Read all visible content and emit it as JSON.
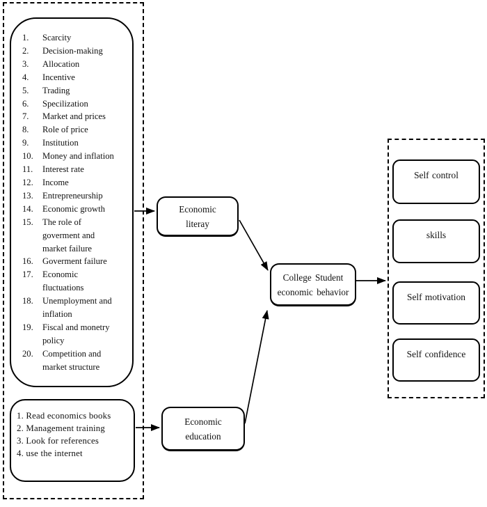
{
  "diagram": {
    "left_group": {
      "topics": [
        {
          "num": "1.",
          "text": "Scarcity"
        },
        {
          "num": "2.",
          "text": "Decision-making"
        },
        {
          "num": "3.",
          "text": "Allocation"
        },
        {
          "num": "4.",
          "text": "Incentive"
        },
        {
          "num": "5.",
          "text": "Trading"
        },
        {
          "num": "6.",
          "text": "Specilization"
        },
        {
          "num": "7.",
          "text": "Market and prices"
        },
        {
          "num": "8.",
          "text": "Role of price"
        },
        {
          "num": "9.",
          "text": "Institution"
        },
        {
          "num": "10.",
          "text": "Money and inflation"
        },
        {
          "num": "11.",
          "text": "Interest rate"
        },
        {
          "num": "12.",
          "text": "Income"
        },
        {
          "num": "13.",
          "text": "Entrepreneurship"
        },
        {
          "num": "14.",
          "text": "Economic growth"
        },
        {
          "num": "15.",
          "text": "The role of\ngoverment and\nmarket failure"
        },
        {
          "num": "16.",
          "text": "Goverment failure"
        },
        {
          "num": "17.",
          "text": "Economic\nfluctuations"
        },
        {
          "num": "18.",
          "text": "Unemployment and\ninflation"
        },
        {
          "num": "19.",
          "text": "Fiscal and monetry\npolicy"
        },
        {
          "num": "20.",
          "text": "Competition and\nmarket structure"
        }
      ],
      "activities": [
        "1. Read economics books",
        "2. Management training",
        "3. Look for references",
        "4. use the internet"
      ]
    },
    "nodes": {
      "literacy": "Economic\nliteray",
      "education": "Economic\neducation",
      "behavior": "College Student\neconomic behavior"
    },
    "outcomes": [
      {
        "label": "Self control"
      },
      {
        "label": "skills"
      },
      {
        "label": "Self motivation"
      },
      {
        "label": "Self confidence"
      }
    ],
    "colors": {
      "line": "#000000",
      "text": "#111111",
      "background": "#ffffff"
    }
  }
}
